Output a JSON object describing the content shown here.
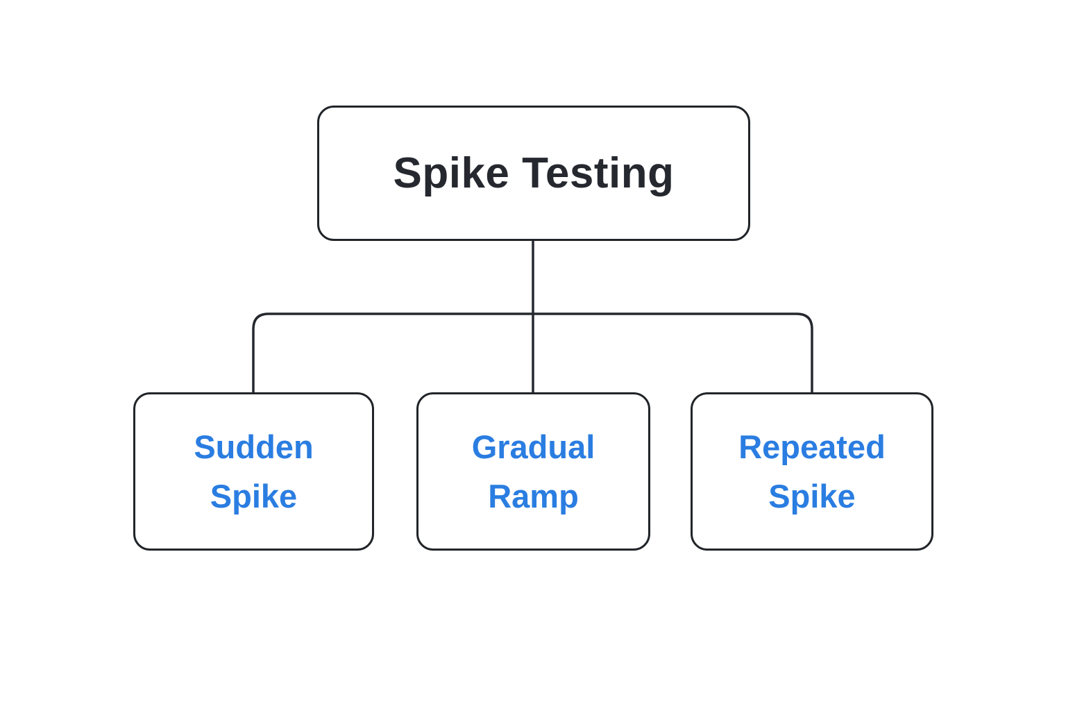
{
  "diagram": {
    "type": "flowchart",
    "root": {
      "label": "Spike Testing"
    },
    "children": [
      {
        "label": "Sudden Spike"
      },
      {
        "label": "Gradual Ramp"
      },
      {
        "label": "Repeated Spike"
      }
    ],
    "colors": {
      "background": "#ffffff",
      "node_fill": "#ffffff",
      "node_border": "#212529",
      "connector": "#25282e",
      "root_text": "#25282e",
      "child_text": "#2a7de1"
    }
  }
}
